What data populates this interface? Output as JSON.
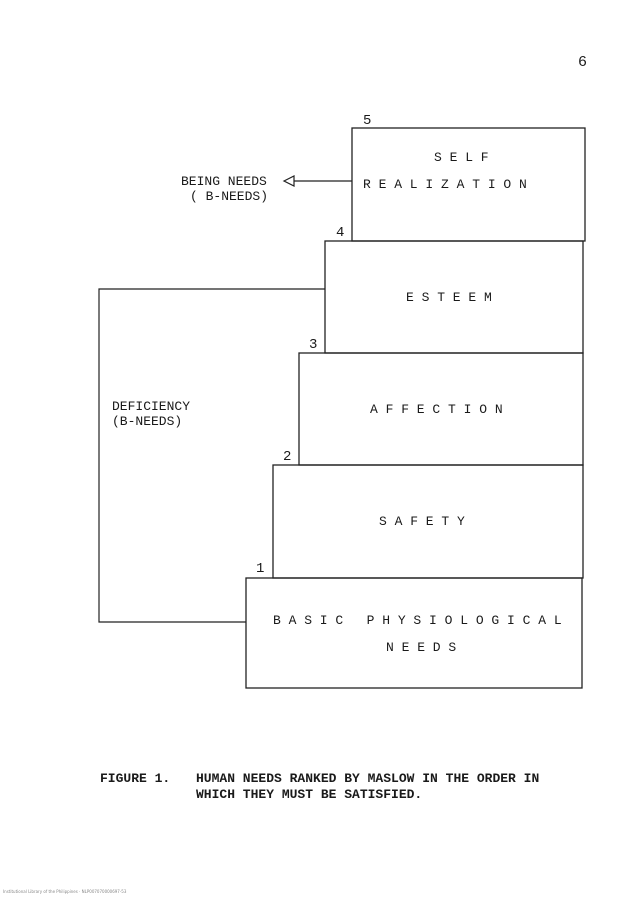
{
  "page_number": "6",
  "steps": [
    {
      "number": "1",
      "lines": [
        "B A S I C   P H Y S I O L O G I C A L",
        "N E E D S"
      ]
    },
    {
      "number": "2",
      "lines": [
        "S A F E T Y"
      ]
    },
    {
      "number": "3",
      "lines": [
        "A F F E C T I O N"
      ]
    },
    {
      "number": "4",
      "lines": [
        "E S T E E M"
      ]
    },
    {
      "number": "5",
      "lines": [
        "S E L F",
        "R E A L I Z A T I O N"
      ]
    }
  ],
  "being_needs": {
    "line1": "BEING NEEDS",
    "line2": "( B-NEEDS)"
  },
  "deficiency": {
    "line1": "DEFICIENCY",
    "line2": "(B-NEEDS)"
  },
  "caption": {
    "label": "FIGURE 1.",
    "line1": "HUMAN NEEDS RANKED BY MASLOW IN THE ORDER IN",
    "line2": "WHICH THEY MUST BE SATISFIED."
  },
  "footer": "Institutional Library of the Philippines · NLP007070000697-53"
}
